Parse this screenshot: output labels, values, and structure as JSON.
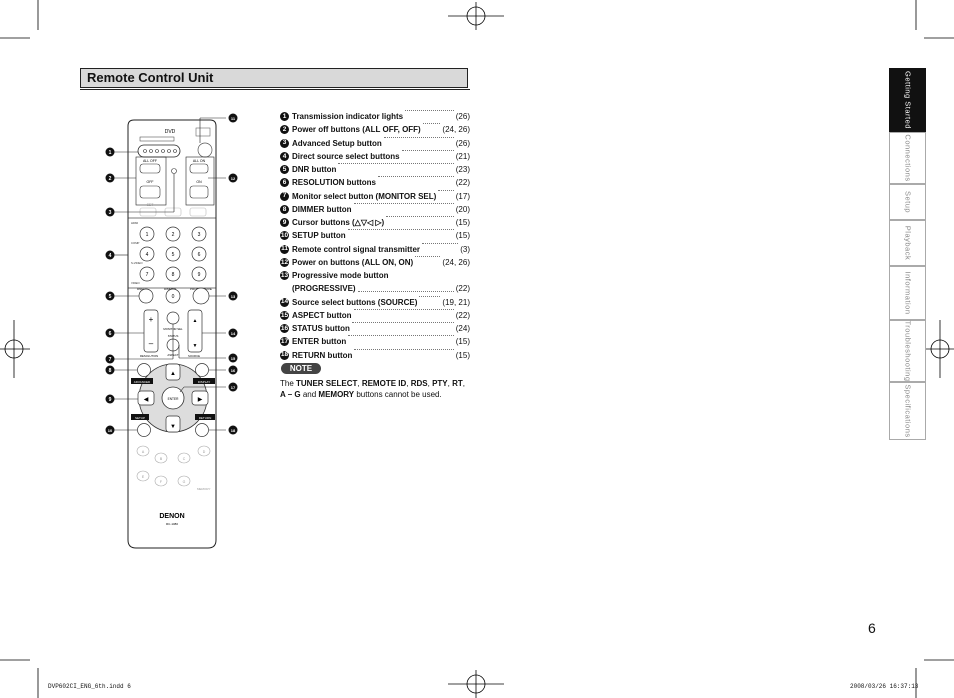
{
  "section_title": "Remote Control Unit",
  "callouts": [
    "1",
    "2",
    "3",
    "4",
    "5",
    "6",
    "7",
    "8",
    "9",
    "10",
    "11",
    "12",
    "13",
    "14",
    "15",
    "16",
    "17",
    "18"
  ],
  "remote": {
    "top_label": "DVD",
    "all_off": "ALL OFF",
    "all_on": "ALL ON",
    "off": "OFF",
    "on": "ON",
    "set": "SET",
    "hdmi": "HDMI",
    "comp": "COMP",
    "svideo": "S-VIDEO",
    "video": "VIDEO",
    "keys": [
      "1",
      "2",
      "3",
      "4",
      "5",
      "6",
      "7",
      "8",
      "9"
    ],
    "dnr": "DNR",
    "dimmer": "DIMMER",
    "progressive": "PROGRESSIVE",
    "zero": "0",
    "monitor_sel": "MONITOR SEL",
    "status": "STATUS",
    "aspect": "ASPECT",
    "resolution": "RESOLUTION",
    "source": "SOURCE",
    "advanced": "ADVANCED",
    "display": "DISPLAY",
    "setup": "SETUP",
    "return": "RETURN",
    "enter": "ENTER",
    "row_a": [
      "A",
      "B",
      "C",
      "D"
    ],
    "row_e": [
      "E",
      "F",
      "G"
    ],
    "memory": "MEMORY",
    "brand": "DENON",
    "model": "RC-1080"
  },
  "legend": [
    {
      "n": "1",
      "label": "Transmission indicator lights",
      "page": "(26)"
    },
    {
      "n": "2",
      "label": "Power off buttons (ALL OFF, OFF)",
      "page": "(24, 26)"
    },
    {
      "n": "3",
      "label": "Advanced Setup button",
      "page": "(26)"
    },
    {
      "n": "4",
      "label": "Direct source select buttons",
      "page": "(21)"
    },
    {
      "n": "5",
      "label": "DNR button",
      "page": "(23)"
    },
    {
      "n": "6",
      "label": "RESOLUTION buttons",
      "page": "(22)"
    },
    {
      "n": "7",
      "label": "Monitor select button (MONITOR SEL)",
      "page": "(17)"
    },
    {
      "n": "8",
      "label": "DIMMER button",
      "page": "(20)"
    },
    {
      "n": "9",
      "label": "Cursor buttons (△▽◁ ▷)",
      "page": "(15)"
    },
    {
      "n": "10",
      "label": "SETUP button",
      "page": "(15)"
    },
    {
      "n": "11",
      "label": "Remote control signal transmitter",
      "page": "(3)"
    },
    {
      "n": "12",
      "label": "Power on buttons (ALL ON, ON)",
      "page": "(24, 26)"
    },
    {
      "n": "13",
      "label": "Progressive mode button",
      "label2": "(PROGRESSIVE)",
      "page": "(22)"
    },
    {
      "n": "14",
      "label": "Source select buttons (SOURCE)",
      "page": "(19, 21)"
    },
    {
      "n": "15",
      "label": "ASPECT button",
      "page": "(22)"
    },
    {
      "n": "16",
      "label": "STATUS button",
      "page": "(24)"
    },
    {
      "n": "17",
      "label": "ENTER button",
      "page": "(15)"
    },
    {
      "n": "18",
      "label": "RETURN button",
      "page": "(15)"
    }
  ],
  "note": {
    "badge": "NOTE",
    "p1": "The ",
    "b1": "TUNER SELECT",
    "s1": ", ",
    "b2": "REMOTE ID",
    "s2": ", ",
    "b3": "RDS",
    "s3": ", ",
    "b4": "PTY",
    "s4": ", ",
    "b5": "RT",
    "s5": ", ",
    "b6": "A – G",
    "s6": " and ",
    "b7": "MEMORY",
    "p2": " buttons cannot be used."
  },
  "side_tabs": [
    {
      "label": "Getting Started",
      "active": true
    },
    {
      "label": "Connections",
      "active": false
    },
    {
      "label": "Setup",
      "active": false
    },
    {
      "label": "Playback",
      "active": false
    },
    {
      "label": "Information",
      "active": false
    },
    {
      "label": "Troubleshooting",
      "active": false
    },
    {
      "label": "Specifications",
      "active": false
    }
  ],
  "page_number": "6",
  "footer_left": "DVP602CI_ENG_6th.indd   6",
  "footer_right": "2008/03/26   16:37:13"
}
